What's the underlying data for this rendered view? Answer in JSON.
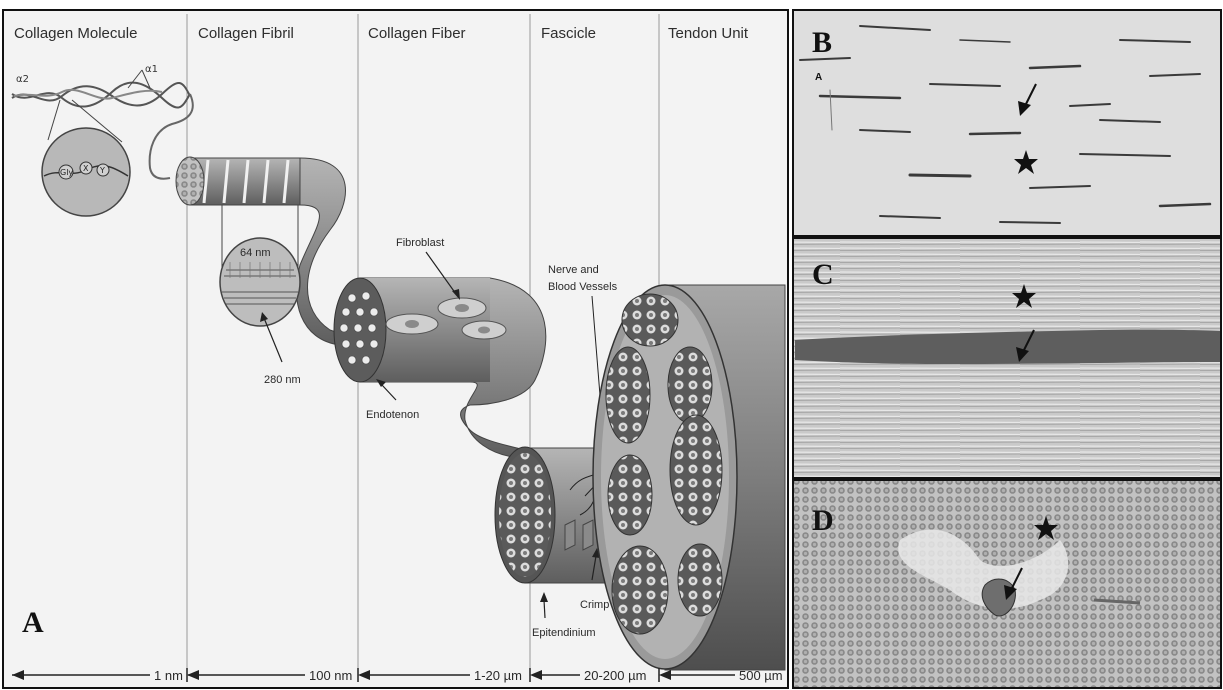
{
  "panel_a": {
    "letter": "A",
    "columns": [
      {
        "header": "Collagen Molecule",
        "scale": "1 nm"
      },
      {
        "header": "Collagen Fibril",
        "scale": "100 nm"
      },
      {
        "header": "Collagen Fiber",
        "scale": "1-20 µm"
      },
      {
        "header": "Fascicle",
        "scale": "20-200 µm"
      },
      {
        "header": "Tendon Unit",
        "scale": "500 µm"
      }
    ],
    "chain_labels": {
      "alpha1": "α1",
      "alpha2": "α2"
    },
    "triplet": [
      "Gly",
      "X",
      "Y"
    ],
    "annotations": {
      "d_period": "64 nm",
      "fibril_diameter": "280 nm",
      "fibroblast": "Fibroblast",
      "endotenon": "Endotenon",
      "nerve_line1": "Nerve and",
      "nerve_line2": "Blood Vessels",
      "crimp": "Crimp",
      "epitendinium": "Epitendinium"
    }
  },
  "panel_b": {
    "letter": "B",
    "inset": "A"
  },
  "panel_c": {
    "letter": "C"
  },
  "panel_d": {
    "letter": "D"
  },
  "colors": {
    "frame": "#111111",
    "paper": "#f4f4f4",
    "tissue": "#8c8c8c",
    "stain_dark": "#5a5a5a"
  }
}
